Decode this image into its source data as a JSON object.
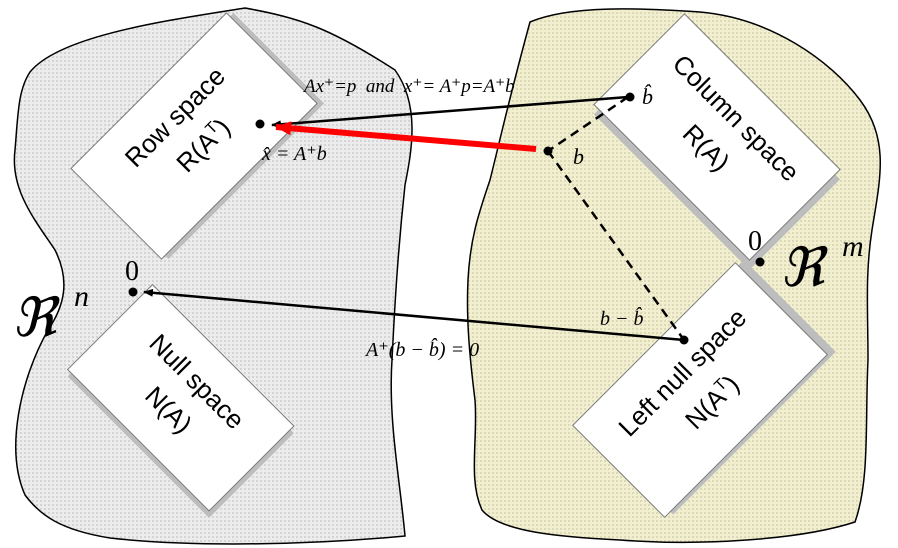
{
  "left_region": {
    "space_symbol": "ℜ",
    "space_exponent": "n",
    "origin_label": "0",
    "row_space": {
      "title": "Row space",
      "symbol_prefix": "R(A",
      "symbol_sup": "T",
      "symbol_suffix": ")"
    },
    "null_space": {
      "title": "Null space",
      "symbol": "N(A)"
    }
  },
  "right_region": {
    "space_symbol": "ℜ",
    "space_exponent": "m",
    "origin_label": "0",
    "column_space": {
      "title": "Column space",
      "symbol": "R(A)"
    },
    "left_null_space": {
      "title": "Left null space",
      "symbol_prefix": "N(A",
      "symbol_sup": "T",
      "symbol_suffix": ")"
    }
  },
  "labels": {
    "b_hat": "b̂",
    "b": "b",
    "x_plus": "x̂ = A⁺b",
    "residual": "b − b̂",
    "projection_equation": "Ax⁺=p  and  x⁺= A⁺p=A⁺b",
    "null_map_equation": "A⁺(b − b̂) = 0"
  },
  "colors": {
    "left_fill": "#e8e8e8",
    "right_fill": "#efedc8",
    "highlight_arrow": "#ff0000",
    "arrow": "#000000",
    "shadow": "#b4b4b4"
  }
}
